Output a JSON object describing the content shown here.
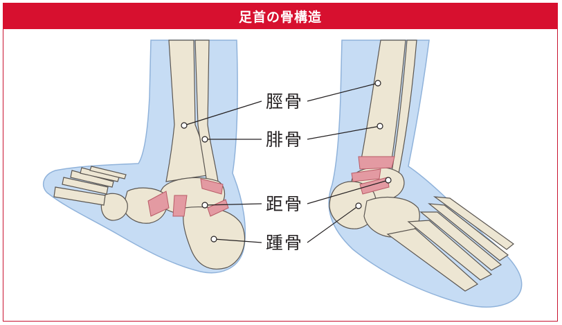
{
  "header": {
    "title": "足首の骨構造",
    "background_color": "#d7102f",
    "text_color": "#ffffff"
  },
  "labels": {
    "tibia": "脛骨",
    "fibula": "腓骨",
    "talus": "距骨",
    "calcaneus": "踵骨"
  },
  "colors": {
    "skin": "#c6dcf4",
    "skin_outline": "#8fb2da",
    "bone": "#ede6d3",
    "bone_outline": "#5a5550",
    "ligament": "#e39aa2",
    "leader_line": "#231f20"
  }
}
